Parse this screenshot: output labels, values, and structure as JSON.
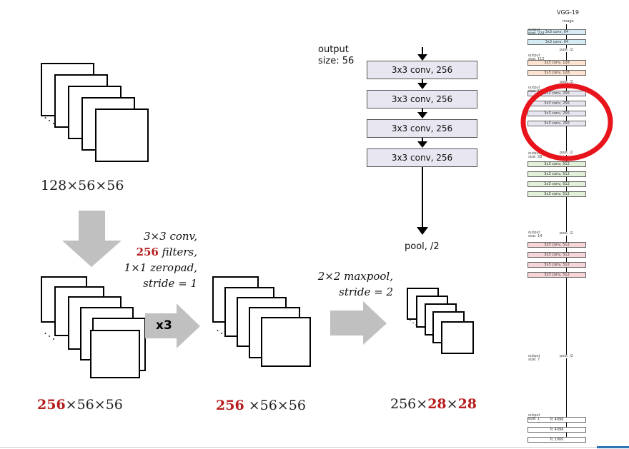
{
  "left": {
    "input_shape": "128×56×56",
    "conv_op": {
      "line1": "3×3 conv,",
      "filters_num": "256",
      "filters_word": " filters,",
      "line3": "1×1 zeropad,",
      "line4": "stride = 1"
    },
    "repeat_label": "x3",
    "pool_op": {
      "line1": "2×2 maxpool,",
      "line2": "stride = 2"
    },
    "shape_a": {
      "red": "256",
      "rest": "×56×56"
    },
    "shape_b": {
      "red": "256",
      "rest": " ×56×56"
    },
    "shape_c": {
      "pre": "256×",
      "red1": "28",
      "mid": "×",
      "red2": "28"
    }
  },
  "stage": {
    "output_label": "output",
    "size_label": "size: 56",
    "convs": [
      "3x3 conv, 256",
      "3x3 conv, 256",
      "3x3 conv, 256",
      "3x3 conv, 256"
    ],
    "pool_label": "pool, /2"
  },
  "vgg": {
    "title": "VGG-19",
    "image_label": "image",
    "colors": {
      "blue": "#d7ebf5",
      "orange": "#fde3d0",
      "purple": "#e8e6f0",
      "green": "#e2efd9",
      "pink": "#f5d5d8",
      "white": "#ffffff",
      "highlight": "#e8141b"
    },
    "layers": [
      {
        "label": "3x3 conv, 64",
        "color": "blue"
      },
      {
        "label": "3x3 conv, 64",
        "color": "blue"
      },
      {
        "label": "pool, /2",
        "color": "none"
      },
      {
        "label": "3x3 conv, 128",
        "color": "orange"
      },
      {
        "label": "3x3 conv, 128",
        "color": "orange"
      },
      {
        "label": "pool, /2",
        "color": "none"
      },
      {
        "label": "3x3 conv, 256",
        "color": "purple"
      },
      {
        "label": "3x3 conv, 256",
        "color": "purple"
      },
      {
        "label": "3x3 conv, 256",
        "color": "purple"
      },
      {
        "label": "3x3 conv, 256",
        "color": "purple"
      },
      {
        "label": "pool, /2",
        "color": "none"
      },
      {
        "label": "3x3 conv, 512",
        "color": "green"
      },
      {
        "label": "3x3 conv, 512",
        "color": "green"
      },
      {
        "label": "3x3 conv, 512",
        "color": "green"
      },
      {
        "label": "3x3 conv, 512",
        "color": "green"
      },
      {
        "label": "pool, /2",
        "color": "none"
      },
      {
        "label": "3x3 conv, 512",
        "color": "pink"
      },
      {
        "label": "3x3 conv, 512",
        "color": "pink"
      },
      {
        "label": "3x3 conv, 512",
        "color": "pink"
      },
      {
        "label": "3x3 conv, 512",
        "color": "pink"
      },
      {
        "label": "pool, /2",
        "color": "none"
      },
      {
        "label": "fc 4096",
        "color": "white"
      },
      {
        "label": "fc 4096",
        "color": "white"
      },
      {
        "label": "fc 1000",
        "color": "white"
      }
    ],
    "size_labels": [
      "output size: 224",
      "output size: 112",
      "output size: 56",
      "output size: 28",
      "output size: 14",
      "output size: 7",
      "output size: 1"
    ]
  }
}
